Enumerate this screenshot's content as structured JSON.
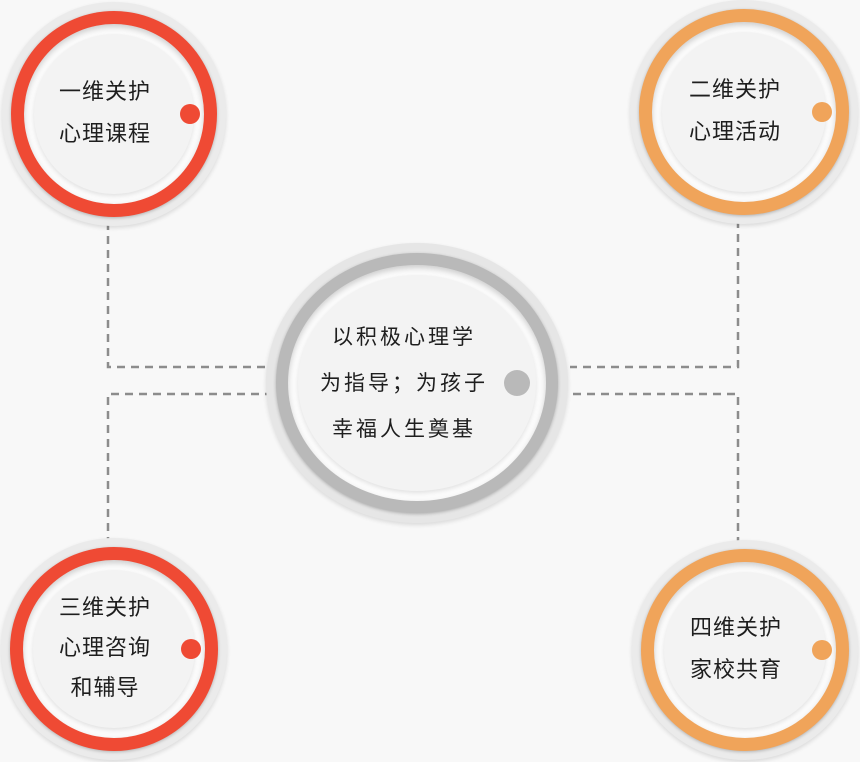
{
  "center": {
    "lines": [
      "以积极心理学",
      "为指导；为孩子",
      "幸福人生奠基"
    ]
  },
  "nodes": [
    {
      "lines": [
        "一维关护",
        "心理课程"
      ]
    },
    {
      "lines": [
        "二维关护",
        "心理活动"
      ]
    },
    {
      "lines": [
        "三维关护",
        "心理咨询",
        "和辅导"
      ]
    },
    {
      "lines": [
        "四维关护",
        "家校共育"
      ]
    }
  ],
  "colors": {
    "red": "#ef4a34",
    "orange": "#f0a45a",
    "grey": "#b9b9b9",
    "connector": "#8c8c8c",
    "background": "#f8f8f8"
  }
}
